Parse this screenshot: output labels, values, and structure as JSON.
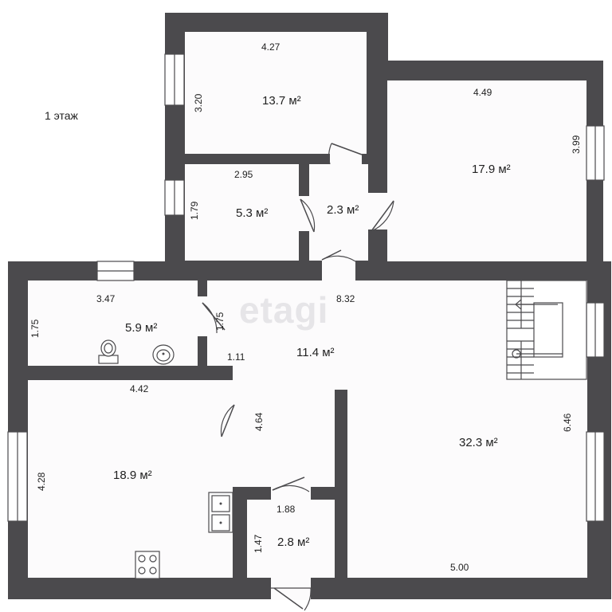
{
  "floor_label": "1 этаж",
  "watermark": "etagi",
  "rooms": {
    "room_top_mid": "13.7 м²",
    "room_top_right": "17.9 м²",
    "room_small_left": "5.3 м²",
    "room_closet": "2.3 м²",
    "bathroom": "5.9 м²",
    "hall": "11.4 м²",
    "living": "32.3 м²",
    "kitchen": "18.9 м²",
    "vestibule": "2.8 м²"
  },
  "dimensions": {
    "top_mid_width": "4.27",
    "top_mid_height": "3.20",
    "top_right_width": "4.49",
    "top_right_height": "3.99",
    "small_left_width": "2.95",
    "small_left_height": "1.79",
    "hall_width": "8.32",
    "bath_width": "3.47",
    "bath_height": "1.75",
    "bath_door": "1.75",
    "hall_short": "1.11",
    "kitchen_width": "4.42",
    "kitchen_height": "4.28",
    "kitchen_door_wall": "4.64",
    "living_height": "6.46",
    "living_width": "5.00",
    "vestibule_width": "1.88",
    "vestibule_height": "1.47"
  }
}
